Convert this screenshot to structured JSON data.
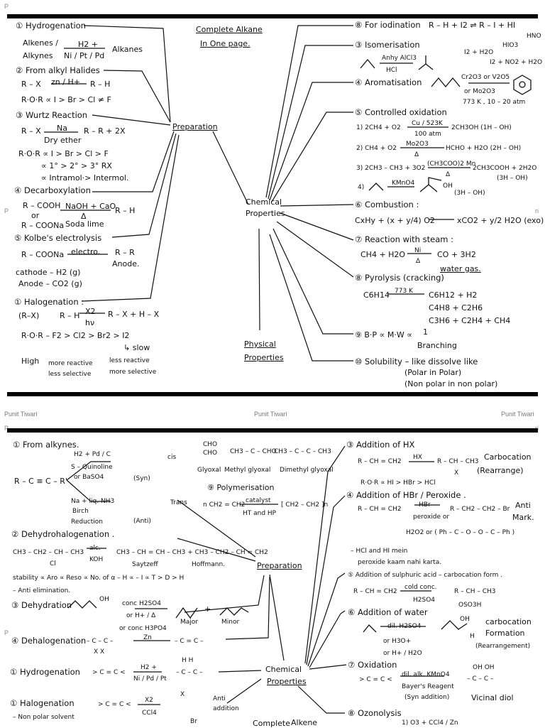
{
  "watermark_p": "P",
  "watermark_ri": "ri",
  "top": {
    "title": [
      "Complete Alkane",
      "In One page."
    ],
    "center": [
      "Chemical",
      "Properties"
    ],
    "preparation": "Preparation",
    "physical": [
      "Physical",
      "Properties"
    ],
    "left": [
      "① Hydrogenation",
      "Alkenes /",
      "Alkynes",
      "H2 +",
      "Ni / Pt / Pd",
      "Alkanes",
      "② From alkyl Halides",
      "R – X",
      "zn / H+",
      "R – H",
      "R·O·R ∝ I > Br > Cl ≠ F",
      "③ Wurtz Reaction",
      "R – X",
      "Na",
      "R – R + 2X",
      "Dry ether",
      "R·O·R ∝ I > Br > Cl > F",
      "∝ 1° > 2° > 3° RX",
      "∝ Intramol·> Intermol.",
      "④ Decarboxylation",
      "R – COOH",
      "or",
      "R – COONa",
      "NaOH + CaO",
      "Δ",
      "R – H",
      "Soda lime",
      "⑤ Kolbe's electrolysis",
      "R – COONa",
      "electro.",
      "R – R",
      "Anode.",
      "cathode – H2 (g)",
      "Anode – CO2 (g)",
      "① Halogenation :",
      "(R–X)",
      "R – H",
      "X2",
      "hν",
      "R – X + H – X",
      "R·O·R – F2 > Cl2 > Br2 > I2",
      "↳ slow",
      "High",
      "more reactive",
      "less selective",
      "less reactive",
      "more selective"
    ],
    "right": [
      "⑧ For iodination",
      "R – H + I2 ⇌ R – I + HI",
      "HNO",
      "I2 + H2O",
      "HIO3",
      "I2 + NO2 + H2O",
      "③ Isomerisation",
      "Anhy AlCl3",
      "HCl",
      "④ Aromatisation",
      "Cr2O3 or V2O5",
      "or  Mo2O3",
      "773 K , 10 – 20 atm",
      "⑤ Controlled oxidation",
      "1)  2CH4 + O2",
      "Cu / 523K",
      "100 atm",
      "2CH3OH   (1H – OH)",
      "2)  CH4 + O2",
      "Mo2O3",
      "Δ",
      "HCHO + H2O   (2H – OH)",
      "3)  2CH3 – CH3 + 3O2",
      "(CH3COO)2 Mn",
      "Δ",
      "2CH3COOH + 2H2O",
      "(3H – OH)",
      "4)",
      "KMnO4",
      "OH",
      "(3H – OH)",
      "⑥ Combustion :",
      "CxHy + (x + y/4) O2",
      "xCO2 + y/2 H2O  (exo)",
      "⑦ Reaction with steam :",
      "CH4 + H2O",
      "Ni",
      "Δ",
      "CO + 3H2",
      "water gas.",
      "⑧ Pyrolysis (cracking)",
      "C6H14",
      "773 K",
      "C6H12 + H2",
      "C4H8 + C2H6",
      "C3H6 + C2H4 + CH4",
      "⑨  B·P ∝ M·W ∝",
      "1",
      "Branching",
      "⑩ Solubility – like dissolve like",
      "(Polar in Polar)",
      "(Non polar in non polar)"
    ]
  },
  "footer": {
    "left": "Punit Tiwari",
    "center": "Punit Tiwari",
    "right": "Punit Tiwari"
  },
  "bottom": {
    "preparation": "Preparation",
    "center": [
      "Chemical",
      "Properties"
    ],
    "footer_title": [
      "Complete",
      "Alkene"
    ],
    "left": [
      "① From alkynes.",
      "H2 + Pd / C",
      "S – Quinoline",
      "or  BaSO4",
      "R – C ≡ C – R'",
      "(Syn)",
      "cis",
      "Na + liq. NH3",
      "Birch",
      "Reduction",
      "(Anti)",
      "Trans",
      "CHO",
      "CHO",
      "Glyoxal",
      "CH3 – C – CHO",
      "Methyl glyoxal",
      "CH3 – C – C – CH3",
      "Dimethyl glyoxal",
      "⑨ Polymerisation",
      "n CH2 = CH2",
      "catalyst",
      "HT and HP",
      "[ CH2 – CH2 ]n",
      "② Dehydrohalogenation .",
      "CH3 – CH2 – CH – CH3",
      "Cl",
      "alc.",
      "KOH",
      "CH3 – CH = CH – CH3 + CH3 – CH2 – CH = CH2",
      "Saytzeff",
      "Hoffmann.",
      "stability ∝ Aro ∝ Reso ∝ No. of α – H ∝ – I ∝ T > D > H",
      "– Anti elimination.",
      "③ Dehydration",
      "OH",
      "conc H2SO4",
      "or  H+ / Δ",
      "or conc H3PO4",
      "Major",
      "+",
      "Minor",
      "④ Dehalogenation",
      "– C – C –",
      "X   X",
      "Zn",
      "– C = C –",
      "① Hydrogenation",
      "> C = C <",
      "H2 +",
      "Ni / Pd / Pt",
      "H   H",
      "– C – C –",
      "① Halogenation",
      "– Non polar solvent",
      "> C = C <",
      "X2",
      "CCl4",
      "X",
      "Anti",
      "addition",
      "Br"
    ],
    "right": [
      "③ Addition of HX",
      "R – CH = CH2",
      "HX",
      "R – CH – CH3",
      "X",
      "Carbocation",
      "(Rearrange)",
      "R·O·R ∝ HI > HBr > HCl",
      "④ Addition of HBr / Peroxide .",
      "R – CH = CH2",
      "HBr",
      "peroxide or",
      "R – CH2 – CH2 – Br",
      "Anti",
      "Mark.",
      "H2O2 or ( Ph – C – O – O – C – Ph )",
      "– HCl and HI mein",
      "peroxide kaam nahi karta.",
      "⑤ Addition of sulphuric acid – carbocation form .",
      "R – CH = CH2",
      "cold conc.",
      "H2SO4",
      "R – CH – CH3",
      "OSO3H",
      "⑥ Addition of water",
      "dil. H2SO4",
      "or  H3O+",
      "or  H+ / H2O",
      "OH",
      "H",
      "carbocation",
      "Formation",
      "(Rearrangement)",
      "⑦ Oxidation",
      "> C = C <",
      "dil. alk. KMnO4",
      "Bayer's Reagent",
      "(Syn addition)",
      "OH   OH",
      "– C – C –",
      "Vicinal diol",
      "⑧ Ozonolysis",
      "1) O3 + CCl4 / Zn"
    ]
  }
}
